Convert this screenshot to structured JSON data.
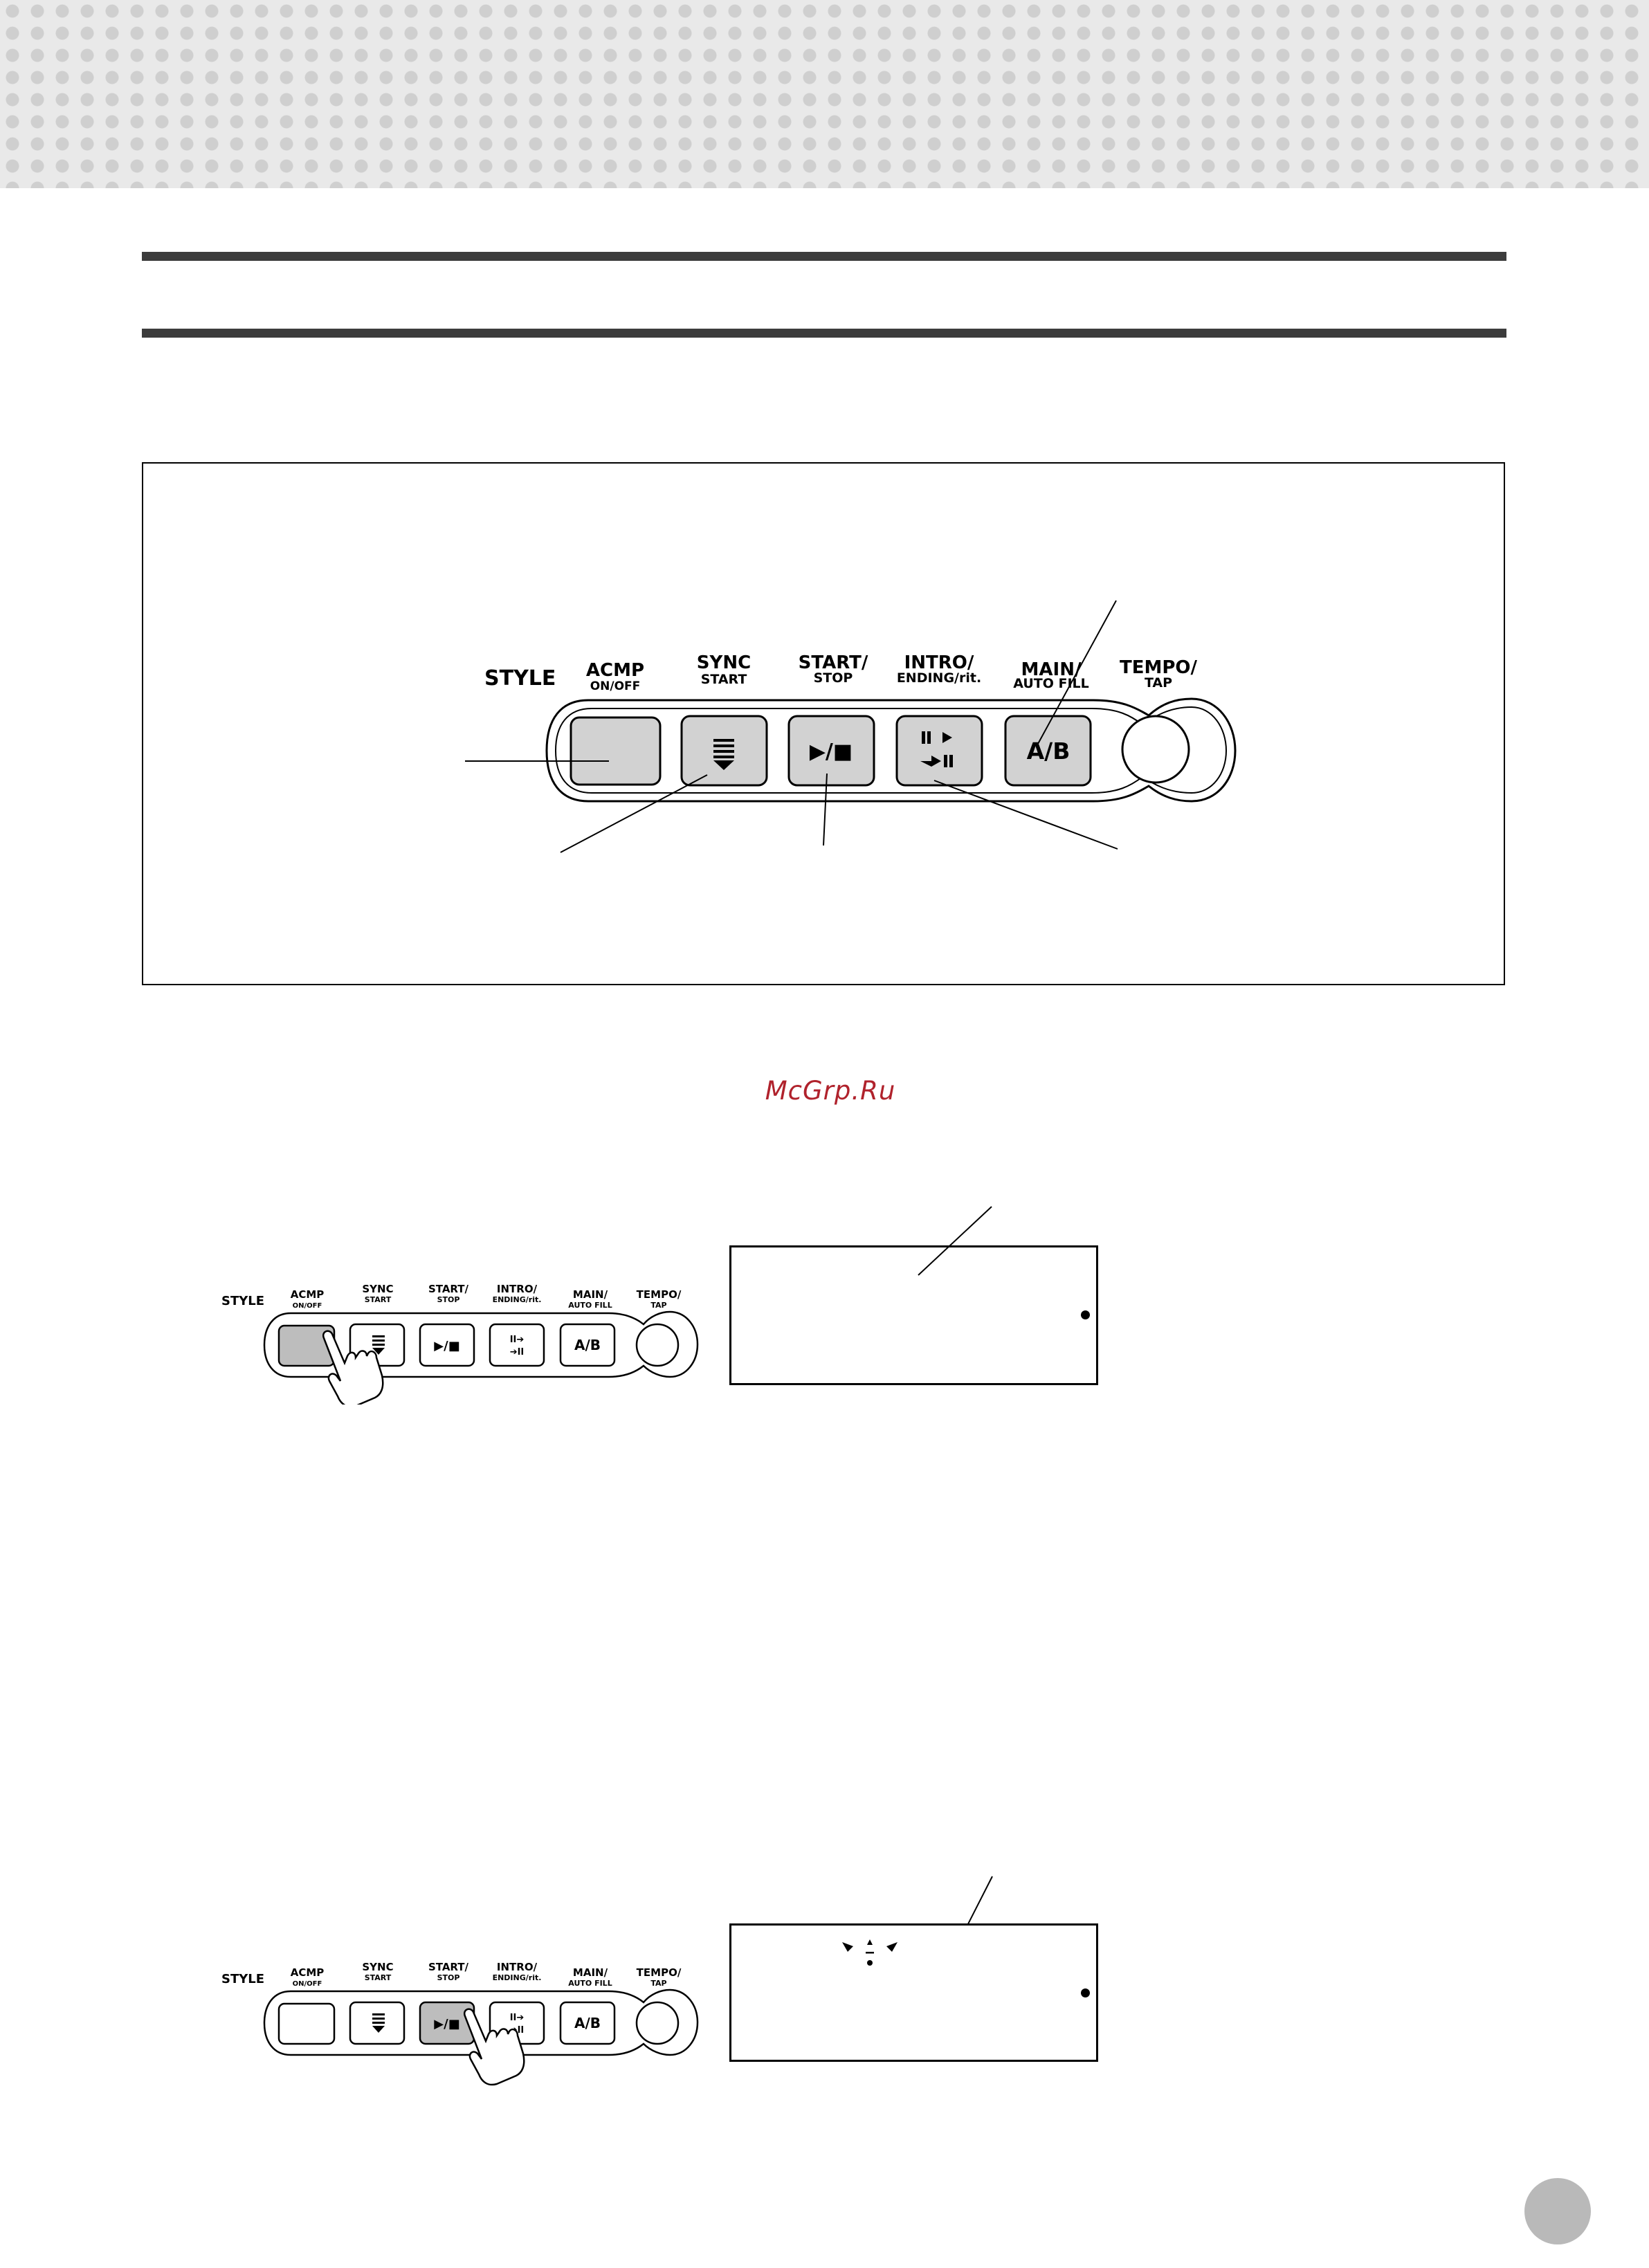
{
  "panel": {
    "labels": {
      "style": "STYLE",
      "acmp_top": "ACMP",
      "acmp_bottom": "ON/OFF",
      "sync_top": "SYNC",
      "sync_bottom": "START",
      "start_top": "START/",
      "start_bottom": "STOP",
      "intro_top": "INTRO/",
      "intro_bottom": "ENDING/rit.",
      "main_top": "MAIN/",
      "main_bottom": "AUTO FILL",
      "tempo_top": "TEMPO/",
      "tempo_bottom": "TAP"
    },
    "button_glyphs": {
      "start_stop": "▶/■",
      "ab": "A/B"
    }
  },
  "watermark": "McGrp.Ru",
  "colors": {
    "button_fill": "#d2d2d2",
    "pressed_fill": "#bdbdbd",
    "header_pattern": "#e9e9e9",
    "watermark": "#b0222c"
  }
}
